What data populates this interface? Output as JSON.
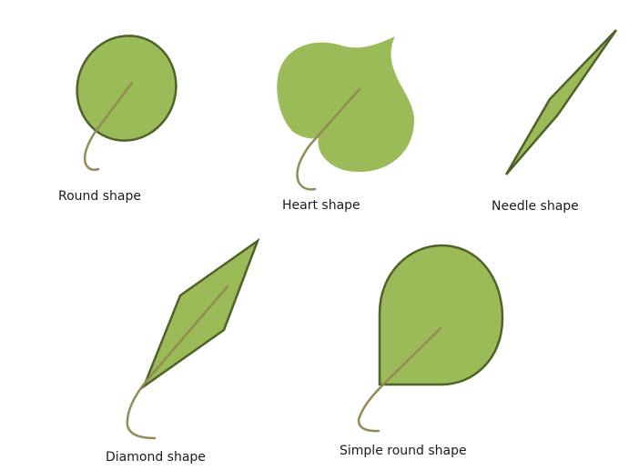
{
  "colors": {
    "leaf_fill": "#9bbb59",
    "leaf_outline": "#4f6228",
    "stem": "#948a54",
    "text": "#1a1a1a"
  },
  "shapes": [
    {
      "id": "round",
      "label": "Round shape"
    },
    {
      "id": "heart",
      "label": "Heart shape"
    },
    {
      "id": "needle",
      "label": "Needle shape"
    },
    {
      "id": "diamond",
      "label": "Diamond shape"
    },
    {
      "id": "simple_round",
      "label": "Simple round shape"
    }
  ]
}
